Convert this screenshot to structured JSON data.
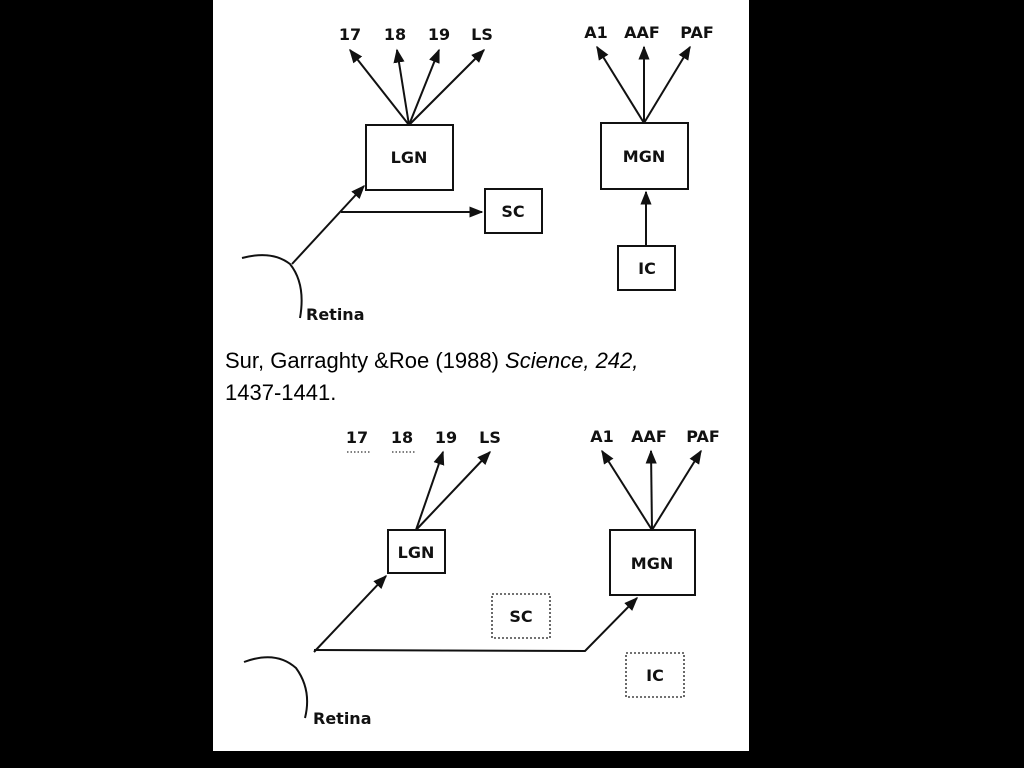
{
  "citation": {
    "authors": "Sur, Garraghty &Roe (1988)",
    "journal": "Science,",
    "volume": "242,",
    "pages": "1437-1441."
  },
  "diagram_top": {
    "targets_visual": [
      "17",
      "18",
      "19",
      "LS"
    ],
    "targets_auditory": [
      "A1",
      "AAF",
      "PAF"
    ],
    "lgn": "LGN",
    "mgn": "MGN",
    "sc": "SC",
    "ic": "IC",
    "retina": "Retina"
  },
  "diagram_bottom": {
    "targets_visual": [
      "17",
      "18",
      "19",
      "LS"
    ],
    "targets_auditory": [
      "A1",
      "AAF",
      "PAF"
    ],
    "lgn": "LGN",
    "mgn": "MGN",
    "sc": "SC",
    "ic": "IC",
    "retina": "Retina"
  },
  "colors": {
    "background": "#000000",
    "panel": "#ffffff",
    "ink": "#111111"
  }
}
